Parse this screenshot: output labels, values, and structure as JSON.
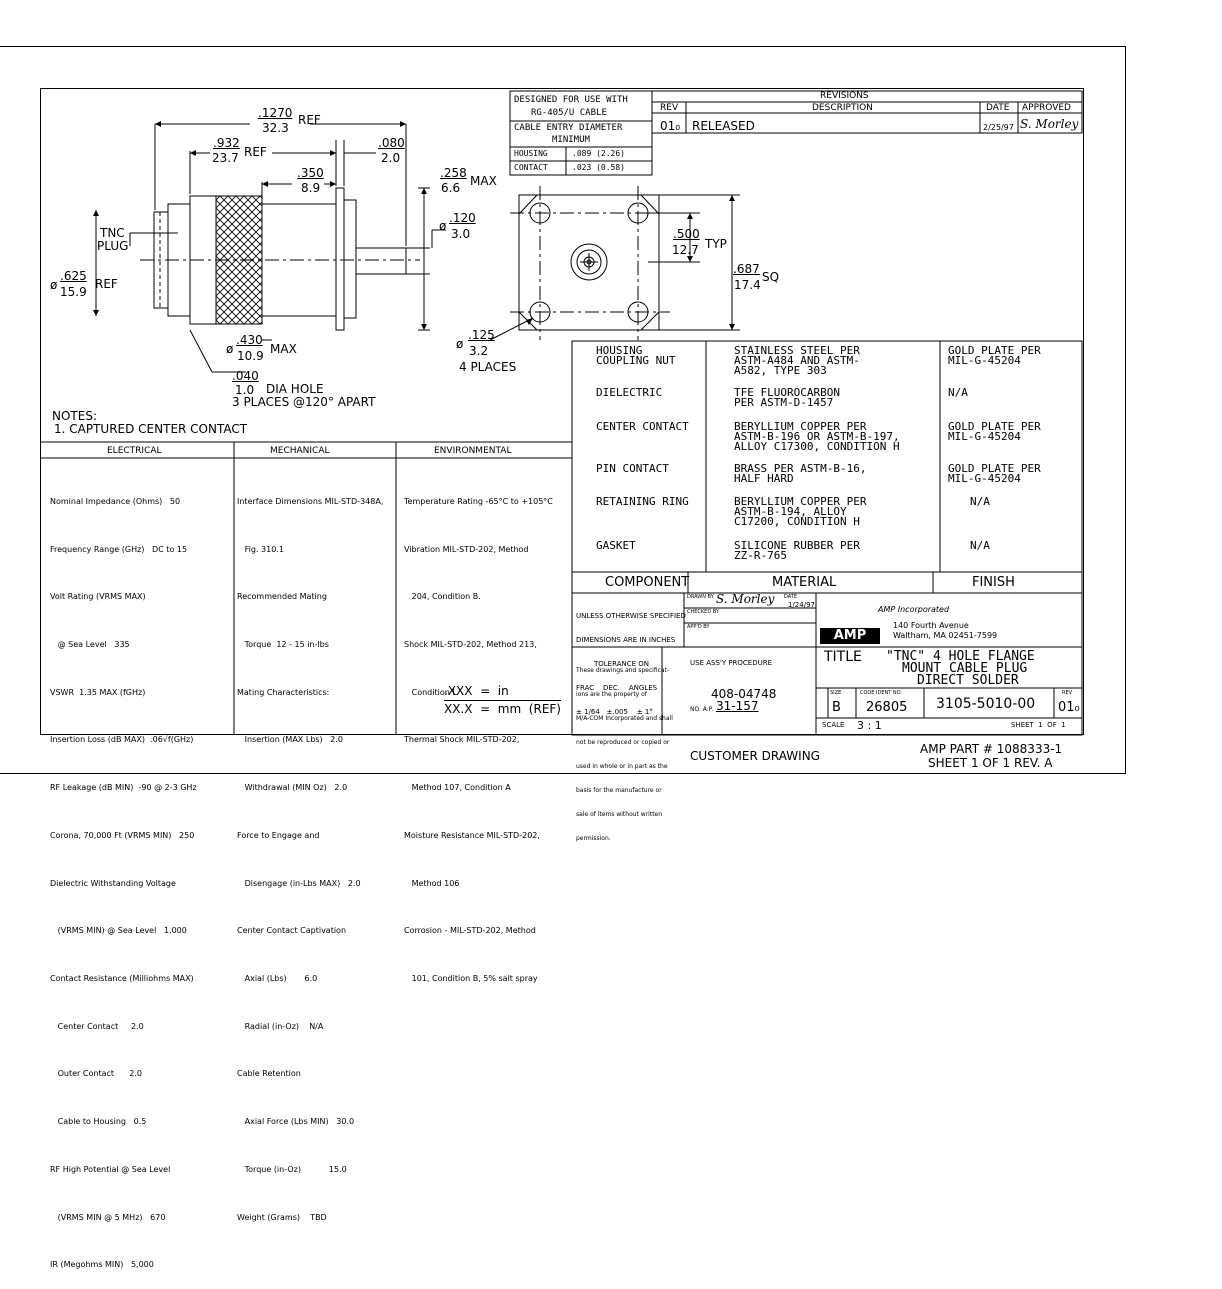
{
  "drawing": {
    "ref_1270": ".1270",
    "ref_323": "32.3",
    "ref_label": "REF",
    "d_932": ".932",
    "d_237": "23.7",
    "d_080": ".080",
    "d_20": "2.0",
    "d_350": ".350",
    "d_89": "8.9",
    "d_258": ".258",
    "d_66": "6.6",
    "max_label": "MAX",
    "d_120": ".120",
    "d_30": "3.0",
    "tnc_plug": [
      "TNC",
      "PLUG"
    ],
    "d_625": ".625",
    "d_159": "15.9",
    "d_430": ".430",
    "d_109": "10.9",
    "d_040": ".040",
    "d_10": "1.0",
    "dia_hole": "DIA HOLE",
    "places_apart": "3 PLACES @120° APART",
    "d_500": ".500",
    "d_127": "12.7",
    "typ_label": "TYP",
    "d_687": ".687",
    "d_174": "17.4",
    "sq_label": "SQ",
    "d_125": ".125",
    "d_32": "3.2",
    "four_places": "4 PLACES",
    "phi": "ø"
  },
  "design_box": {
    "l1": "DESIGNED FOR USE WITH",
    "l2": "RG-405/U CABLE",
    "l3": "CABLE ENTRY DIAMETER",
    "l4": "MINIMUM",
    "housing": "HOUSING",
    "housing_val": ".089 (2.26)",
    "contact": "CONTACT",
    "contact_val": ".023 (0.58)"
  },
  "revisions": {
    "title": "REVISIONS",
    "h_rev": "REV",
    "h_desc": "DESCRIPTION",
    "h_date": "DATE",
    "h_approved": "APPROVED",
    "rev": "01₀",
    "desc": "RELEASED",
    "date": "2/25/97",
    "approved": "S. Morley"
  },
  "notes": {
    "title": "NOTES:",
    "n1": "1. CAPTURED CENTER CONTACT"
  },
  "specs": {
    "h_elec": "ELECTRICAL",
    "h_mech": "MECHANICAL",
    "h_env": "ENVIRONMENTAL",
    "electrical": [
      "Nominal Impedance (Ohms)   50",
      "Frequency Range (GHz)   DC to 15",
      "Volt Rating (VRMS MAX)",
      "   @ Sea Level   335",
      "VSWR  1.35 MAX (fGHz)",
      "Insertion Loss (dB MAX)  .06√f(GHz)",
      "RF Leakage (dB MIN)  -90 @ 2-3 GHz",
      "Corona, 70,000 Ft (VRMS MIN)   250",
      "Dielectric Withstanding Voltage",
      "   (VRMS MIN) @ Sea Level   1,000",
      "Contact Resistance (Milliohms MAX)",
      "   Center Contact     2.0",
      "   Outer Contact      2.0",
      "   Cable to Housing   0.5",
      "RF High Potential @ Sea Level",
      "   (VRMS MIN @ 5 MHz)   670",
      "IR (Megohms MIN)   5,000"
    ],
    "mechanical": [
      "Interface Dimensions MIL-STD-348A,",
      "   Fig. 310.1",
      "Recommended Mating",
      "   Torque  12 - 15 in-lbs",
      "Mating Characteristics:",
      "   Insertion (MAX Lbs)   2.0",
      "   Withdrawal (MIN Oz)   2.0",
      "Force to Engage and",
      "   Disengage (in-Lbs MAX)   2.0",
      "Center Contact Captivation",
      "   Axial (Lbs)       6.0",
      "   Radial (in-Oz)    N/A",
      "Cable Retention",
      "   Axial Force (Lbs MIN)   30.0",
      "   Torque (in-Oz)           15.0",
      "Weight (Grams)    TBD"
    ],
    "environmental": [
      "Temperature Rating -65°C to +105°C",
      "Vibration MIL-STD-202, Method",
      "   204, Condition B.",
      "Shock MIL-STD-202, Method 213,",
      "   Condition I.",
      "Thermal Shock MIL-STD-202,",
      "   Method 107, Condition A",
      "Moisture Resistance MIL-STD-202,",
      "   Method 106",
      "Corrosion - MIL-STD-202, Method",
      "   101, Condition B, 5% salt spray"
    ],
    "units1": ".XXX  =  in",
    "units2": "XX.X  =  mm  (REF)"
  },
  "materials": {
    "rows": [
      {
        "component": "HOUSING\nCOUPLING NUT",
        "material": "STAINLESS STEEL PER\nASTM-A484 AND ASTM-\nA582, TYPE 303",
        "finish": "GOLD PLATE PER\nMIL-G-45204"
      },
      {
        "component": "DIELECTRIC",
        "material": "TFE FLUOROCARBON\nPER ASTM-D-1457",
        "finish": "N/A"
      },
      {
        "component": "CENTER CONTACT",
        "material": "BERYLLIUM COPPER PER\nASTM-B-196 OR ASTM-B-197,\nALLOY C17300, CONDITION H",
        "finish": "GOLD PLATE PER\nMIL-G-45204"
      },
      {
        "component": "PIN CONTACT",
        "material": "BRASS PER ASTM-B-16,\nHALF HARD",
        "finish": "GOLD PLATE PER\nMIL-G-45204"
      },
      {
        "component": "RETAINING RING",
        "material": "BERYLLIUM COPPER PER\nASTM-B-194, ALLOY\nC17200, CONDITION H",
        "finish": "N/A"
      },
      {
        "component": "GASKET",
        "material": "SILICONE RUBBER PER\nZZ-R-765",
        "finish": "N/A"
      }
    ],
    "h_component": "COMPONENT",
    "h_material": "MATERIAL",
    "h_finish": "FINISH"
  },
  "titleblock": {
    "tol1": "UNLESS OTHERWISE SPECIFIED",
    "tol2": "DIMENSIONS ARE IN INCHES",
    "tol3": "TOLERANCE ON",
    "tol4": "FRAC    DEC.    ANGLES",
    "tol5": "± 1/64   ±.005    ± 1°",
    "drawn_by": "DRAWN BY",
    "drawn_sig": "S. Morley",
    "date_lbl": "DATE",
    "drawn_date": "1/24/97",
    "checked_by": "CHECKED BY",
    "appd_by": "APP'D BY",
    "company": "AMP Incorporated",
    "addr1": "140 Fourth Avenue",
    "addr2": "Waltham, MA 02451-7599",
    "logo": "AMP",
    "prop1": "These drawings and specificat-",
    "prop2": "ions are the property of",
    "prop3": "M/A-COM Incorporated and shall",
    "prop4": "not be reproduced or copied or",
    "prop5": "used in whole or in part as the",
    "prop6": "basis for the manufacture or",
    "prop7": "sale of items without written",
    "prop8": "permission.",
    "use_assy": "USE ASS'Y PROCEDURE",
    "proc_no": "408-04748",
    "no_ap_lbl": "NO. A.P.",
    "no_ap": "31-157",
    "title_lbl": "TITLE",
    "title1": "\"TNC\" 4 HOLE FLANGE",
    "title2": "MOUNT CABLE PLUG",
    "title3": "DIRECT SOLDER",
    "size_lbl": "SIZE",
    "size": "B",
    "code_lbl": "CODE IDENT NO.",
    "code": "26805",
    "dwg_no": "3105-5010-00",
    "rev_lbl": "REV",
    "rev": "01₀",
    "scale_lbl": "SCALE",
    "scale": "3 : 1",
    "sheet": "SHEET  1  OF  1"
  },
  "footer": {
    "customer": "CUSTOMER DRAWING",
    "part": "AMP PART # 1088333-1",
    "sheet": "SHEET 1 OF 1 REV. A"
  }
}
